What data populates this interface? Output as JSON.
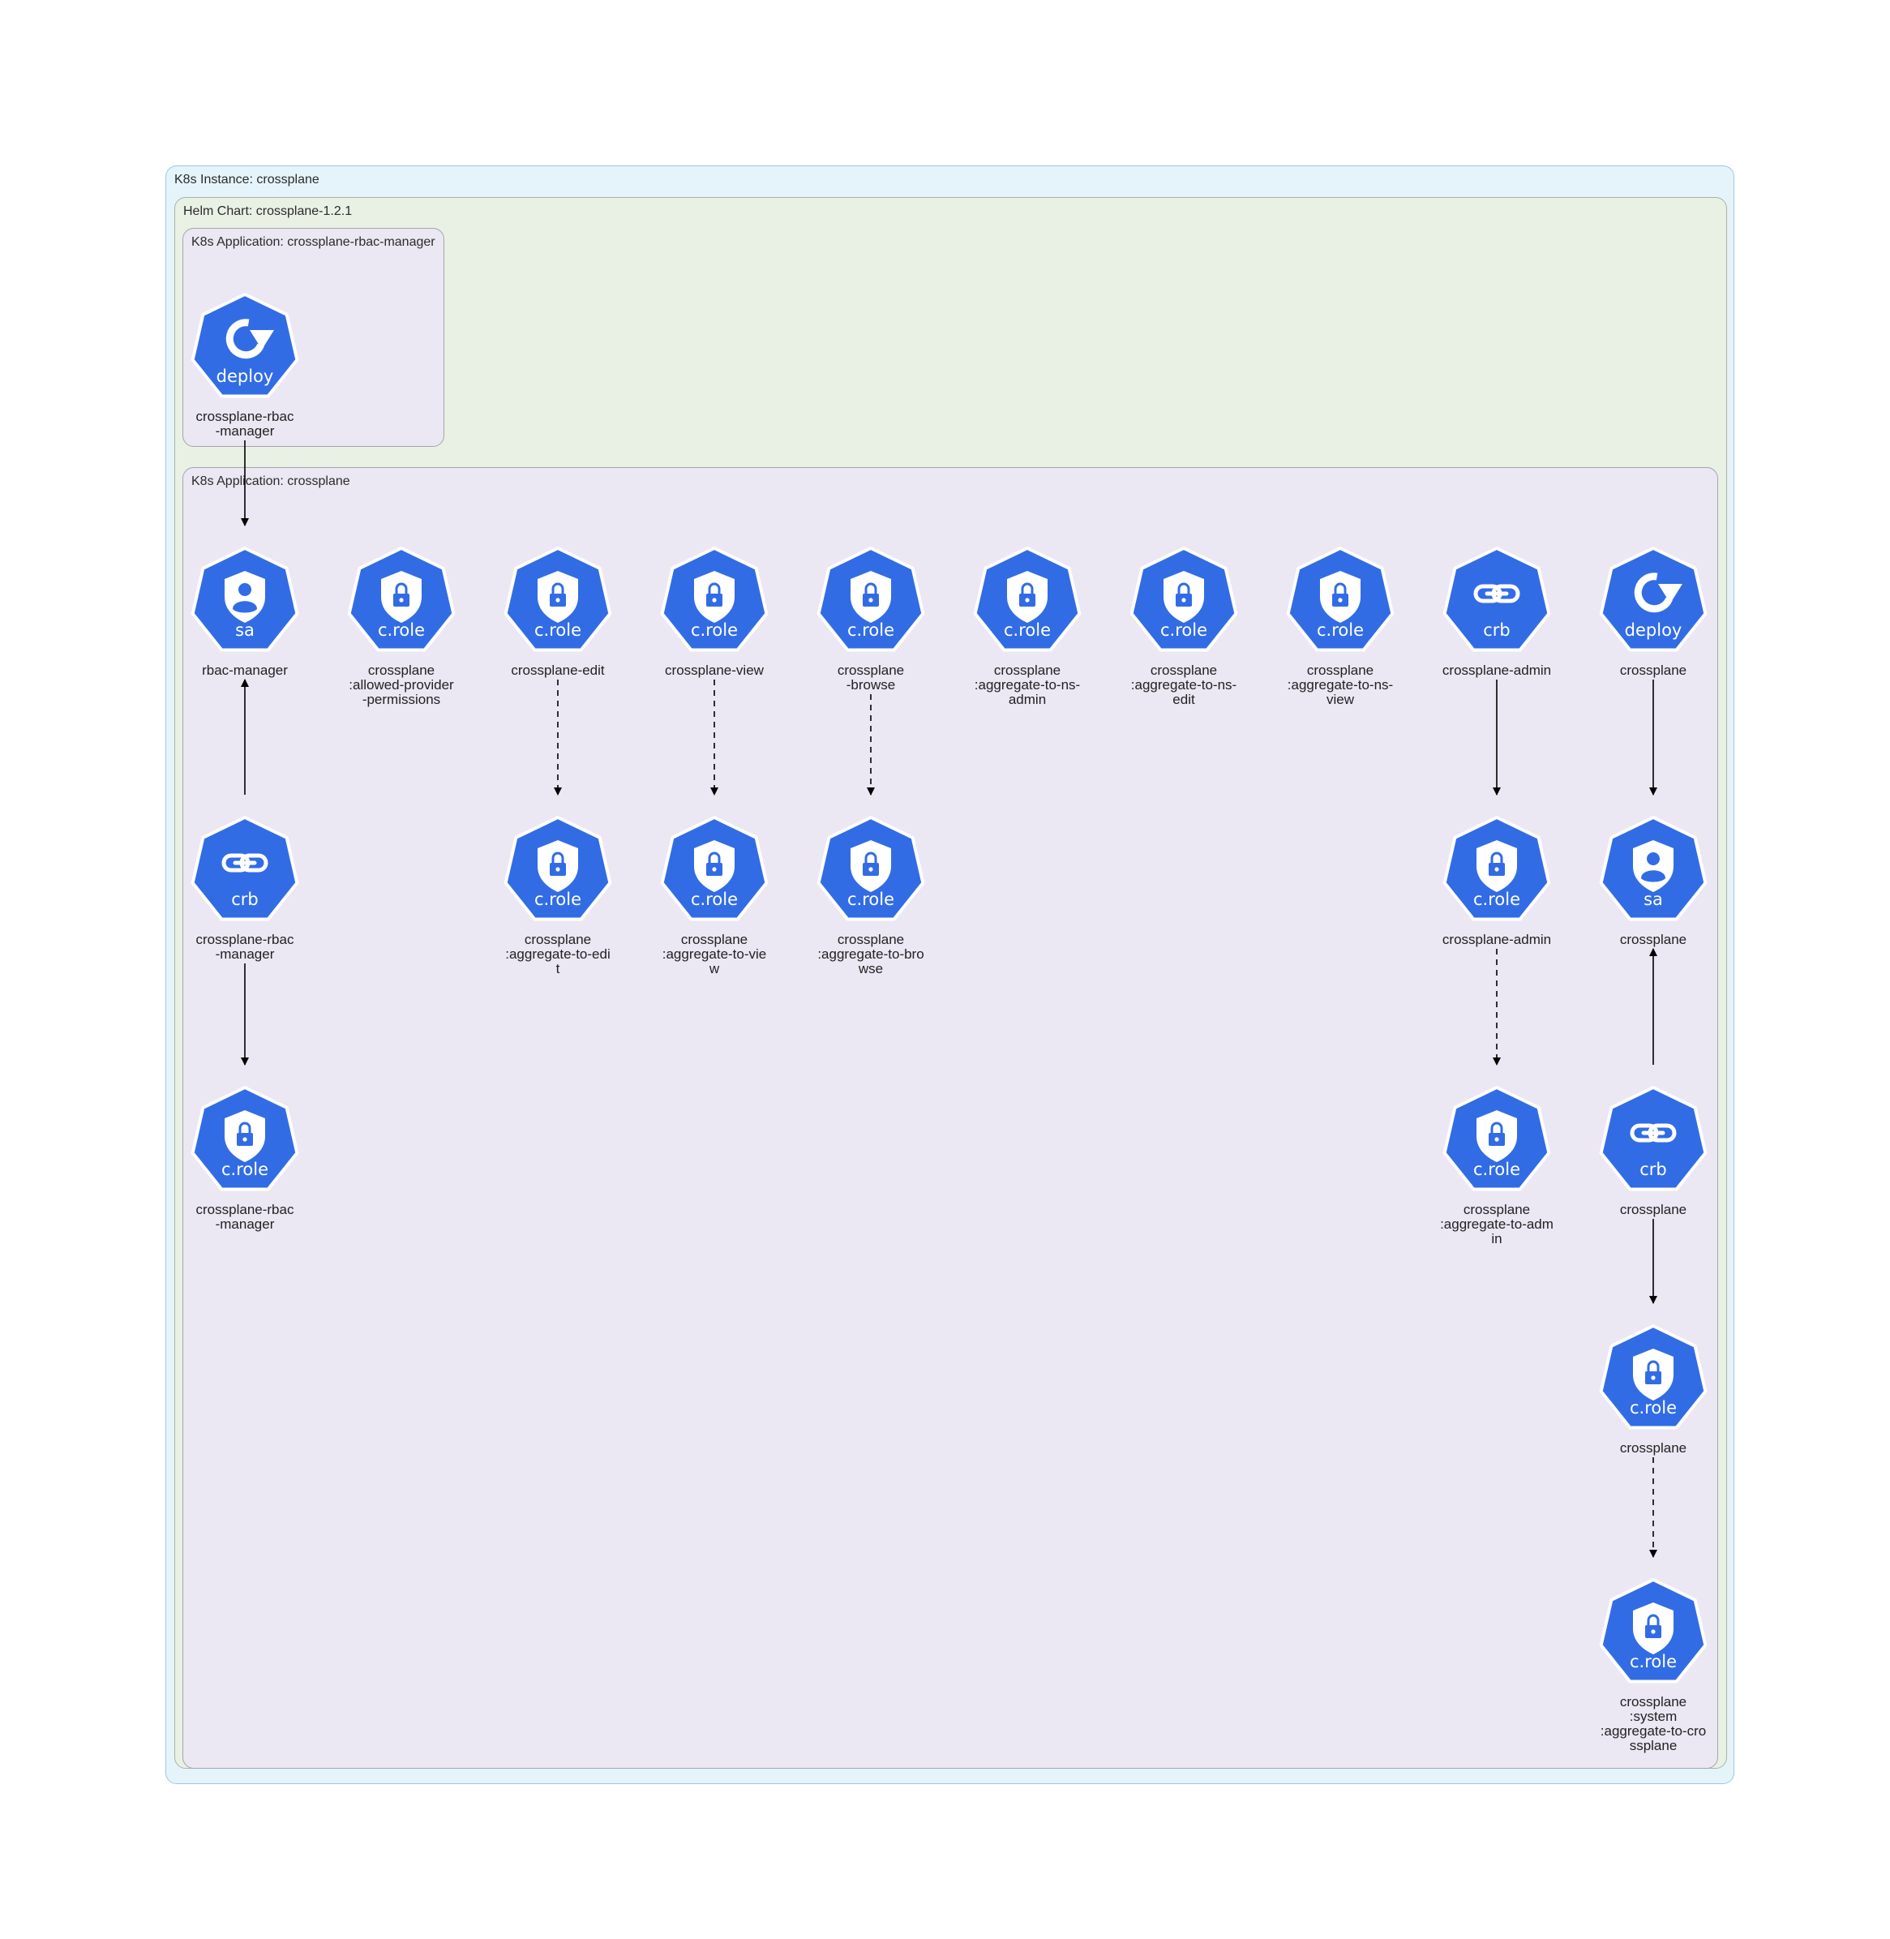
{
  "clusters": {
    "instance": "K8s Instance: crossplane",
    "helm": "Helm Chart: crossplane-1.2.1",
    "app_rbac": "K8s Application: crossplane-rbac-manager",
    "app_main": "K8s Application: crossplane"
  },
  "nodes": [
    {
      "id": "deploy-rbac",
      "kind": "deploy",
      "label": "crossplane-rbac\n-manager"
    },
    {
      "id": "sa-rbac",
      "kind": "sa",
      "label": "rbac-manager"
    },
    {
      "id": "cr-allowed",
      "kind": "c.role",
      "label": "crossplane\n:allowed-provider\n-permissions"
    },
    {
      "id": "cr-edit",
      "kind": "c.role",
      "label": "crossplane-edit"
    },
    {
      "id": "cr-view",
      "kind": "c.role",
      "label": "crossplane-view"
    },
    {
      "id": "cr-browse",
      "kind": "c.role",
      "label": "crossplane\n-browse"
    },
    {
      "id": "cr-ns-admin",
      "kind": "c.role",
      "label": "crossplane\n:aggregate-to-ns-\nadmin"
    },
    {
      "id": "cr-ns-edit",
      "kind": "c.role",
      "label": "crossplane\n:aggregate-to-ns-\nedit"
    },
    {
      "id": "cr-ns-view",
      "kind": "c.role",
      "label": "crossplane\n:aggregate-to-ns-\nview"
    },
    {
      "id": "crb-admin",
      "kind": "crb",
      "label": "crossplane-admin"
    },
    {
      "id": "deploy-cp",
      "kind": "deploy",
      "label": "crossplane"
    },
    {
      "id": "crb-rbac",
      "kind": "crb",
      "label": "crossplane-rbac\n-manager"
    },
    {
      "id": "cr-agg-edit",
      "kind": "c.role",
      "label": "crossplane\n:aggregate-to-edi\nt"
    },
    {
      "id": "cr-agg-view",
      "kind": "c.role",
      "label": "crossplane\n:aggregate-to-vie\nw"
    },
    {
      "id": "cr-agg-browse",
      "kind": "c.role",
      "label": "crossplane\n:aggregate-to-bro\nwse"
    },
    {
      "id": "cr-admin",
      "kind": "c.role",
      "label": "crossplane-admin"
    },
    {
      "id": "sa-cp",
      "kind": "sa",
      "label": "crossplane"
    },
    {
      "id": "cr-rbac",
      "kind": "c.role",
      "label": "crossplane-rbac\n-manager"
    },
    {
      "id": "cr-agg-admin",
      "kind": "c.role",
      "label": "crossplane\n:aggregate-to-adm\nin"
    },
    {
      "id": "crb-cp",
      "kind": "crb",
      "label": "crossplane"
    },
    {
      "id": "cr-cp",
      "kind": "c.role",
      "label": "crossplane"
    },
    {
      "id": "cr-system",
      "kind": "c.role",
      "label": "crossplane\n:system\n:aggregate-to-cro\nssplane"
    }
  ],
  "edges": [
    {
      "from": "deploy-rbac",
      "to": "sa-rbac",
      "style": "solid"
    },
    {
      "from": "crb-rbac",
      "to": "sa-rbac",
      "style": "solid"
    },
    {
      "from": "crb-rbac",
      "to": "cr-rbac",
      "style": "solid"
    },
    {
      "from": "cr-edit",
      "to": "cr-agg-edit",
      "style": "dashed"
    },
    {
      "from": "cr-view",
      "to": "cr-agg-view",
      "style": "dashed"
    },
    {
      "from": "cr-browse",
      "to": "cr-agg-browse",
      "style": "dashed"
    },
    {
      "from": "crb-admin",
      "to": "cr-admin",
      "style": "solid"
    },
    {
      "from": "cr-admin",
      "to": "cr-agg-admin",
      "style": "dashed"
    },
    {
      "from": "deploy-cp",
      "to": "sa-cp",
      "style": "solid"
    },
    {
      "from": "crb-cp",
      "to": "sa-cp",
      "style": "solid"
    },
    {
      "from": "crb-cp",
      "to": "cr-cp",
      "style": "solid"
    },
    {
      "from": "cr-cp",
      "to": "cr-system",
      "style": "dashed"
    }
  ],
  "colors": {
    "node_fill": "#326ce5",
    "node_stroke": "#ffffff",
    "edge": "#000000"
  }
}
